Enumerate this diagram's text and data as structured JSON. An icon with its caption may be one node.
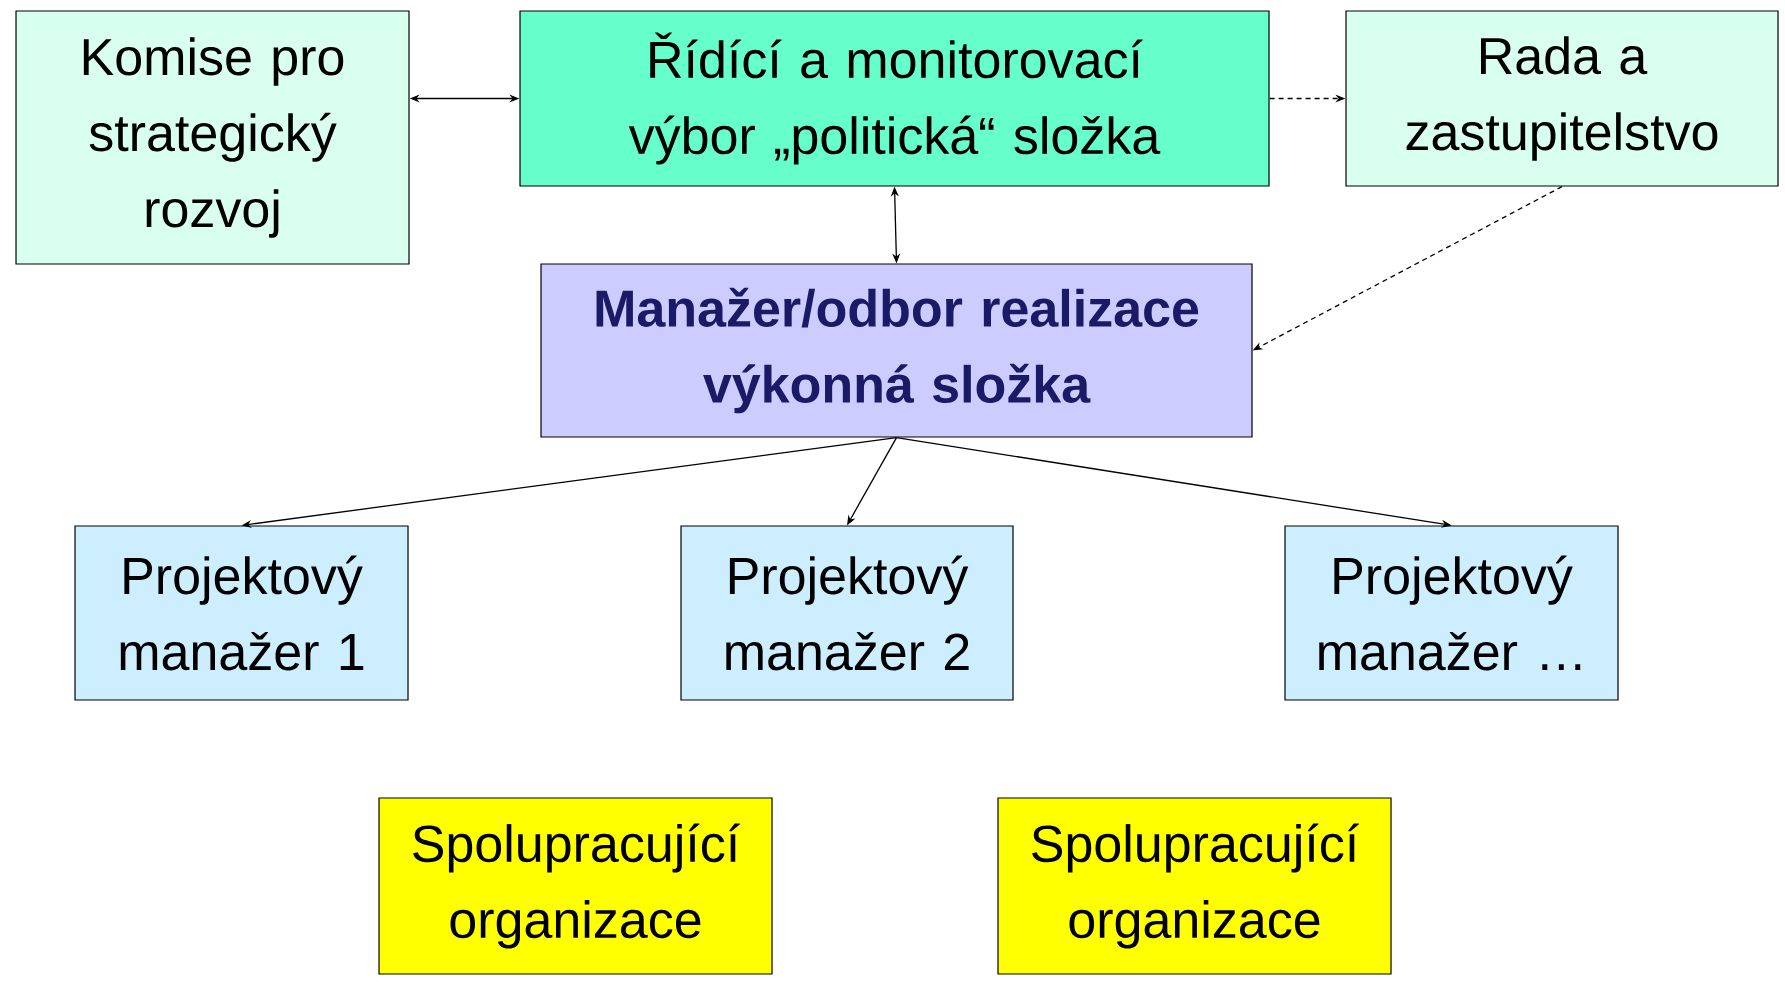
{
  "diagram": {
    "nodes": [
      {
        "text": [
          "Komise pro strategický rozvoj"
        ]
      },
      {
        "text": [
          "Řídící a monitorovací výbor „politická“ složka"
        ]
      },
      {
        "text": [
          "Rada a zastupitelstvo"
        ]
      },
      {
        "text": [
          "Manažer/odbor realizace výkonná složka"
        ]
      },
      {
        "text": [
          "Projektový manažer 1"
        ]
      },
      {
        "text": [
          "Projektový manažer 2"
        ]
      },
      {
        "text": [
          "Projektový manažer …"
        ]
      },
      {
        "text": [
          "Spolupracující organizace"
        ]
      },
      {
        "text": [
          "Spolupracující organizace"
        ]
      }
    ],
    "edges": [
      {
        "from": 0,
        "to": 1,
        "arrow": "both"
      },
      {
        "from": 1,
        "to": 2,
        "arrow": "to",
        "style": "dashed"
      },
      {
        "from": 1,
        "to": 3,
        "arrow": "both"
      },
      {
        "from": 2,
        "to": 3,
        "arrow": "to",
        "style": "dashed"
      },
      {
        "from": 3,
        "to": 4,
        "arrow": "to"
      },
      {
        "from": 3,
        "to": 5,
        "arrow": "to"
      },
      {
        "from": 3,
        "to": 6,
        "arrow": "to"
      }
    ]
  }
}
